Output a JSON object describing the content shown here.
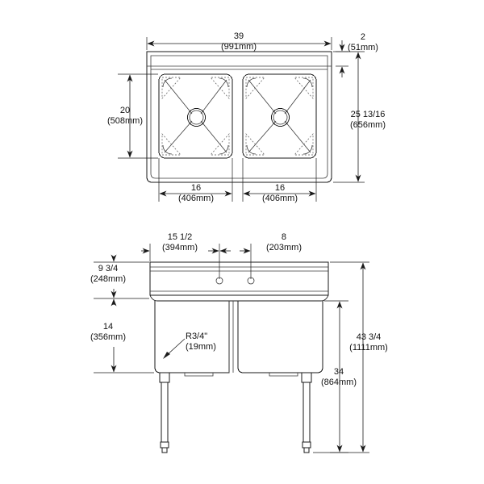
{
  "drawing": {
    "title": "Two-compartment sink technical drawing",
    "views": [
      {
        "name": "top-view",
        "label": ""
      },
      {
        "name": "front-view",
        "label": ""
      }
    ],
    "line_color": "#1a1a1a",
    "background_color": "#ffffff",
    "text_color": "#111111"
  },
  "top_view": {
    "overall_width": {
      "imperial": "39",
      "metric": "(991mm)"
    },
    "rim_depth": {
      "imperial": "2",
      "metric": "(51mm)"
    },
    "bowl_depth": {
      "imperial": "20",
      "metric": "(508mm)"
    },
    "overall_depth": {
      "imperial": "25 13/16",
      "metric": "(656mm)"
    },
    "bowl_width_left": {
      "imperial": "16",
      "metric": "(406mm)"
    },
    "bowl_width_right": {
      "imperial": "16",
      "metric": "(406mm)"
    }
  },
  "front_view": {
    "faucet_offset": {
      "imperial": "15 1/2",
      "metric": "(394mm)"
    },
    "faucet_spread": {
      "imperial": "8",
      "metric": "(203mm)"
    },
    "backsplash_height": {
      "imperial": "9 3/4",
      "metric": "(248mm)"
    },
    "bowl_height": {
      "imperial": "14",
      "metric": "(356mm)"
    },
    "overall_height": {
      "imperial": "43 3/4",
      "metric": "(1111mm)"
    },
    "work_height": {
      "imperial": "34",
      "metric": "(864mm)"
    },
    "corner_radius": {
      "imperial": "R3/4\"",
      "metric": "(19mm)"
    }
  }
}
